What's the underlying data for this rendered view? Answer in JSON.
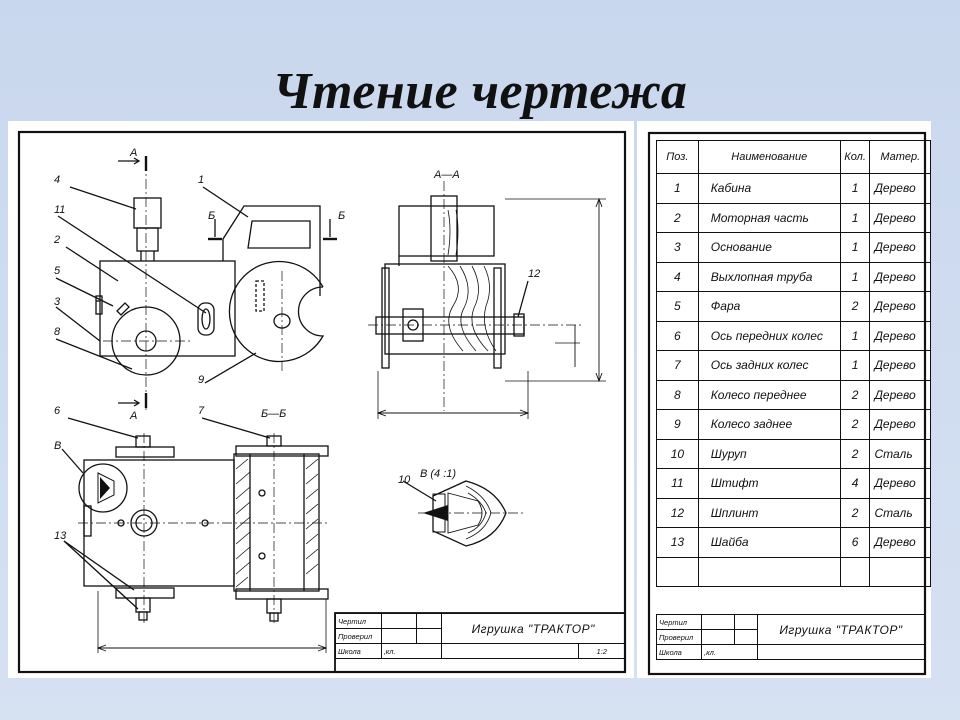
{
  "slide": {
    "title": "Чтение чертежа"
  },
  "drawing": {
    "section_aa": "А—А",
    "section_bb": "Б—Б",
    "detail_b": "В (4 :1)",
    "cut_a": "А",
    "cut_b": "Б",
    "view_b": "В",
    "callouts": [
      "1",
      "2",
      "3",
      "4",
      "5",
      "6",
      "7",
      "8",
      "9",
      "10",
      "11",
      "12",
      "13"
    ]
  },
  "spec": {
    "headers": {
      "pos": "Поз.",
      "name": "Наименование",
      "qty": "Кол.",
      "material": "Матер."
    },
    "rows": [
      {
        "pos": "1",
        "name": "Кабина",
        "qty": "1",
        "material": "Дерево"
      },
      {
        "pos": "2",
        "name": "Моторная часть",
        "qty": "1",
        "material": "Дерево"
      },
      {
        "pos": "3",
        "name": "Основание",
        "qty": "1",
        "material": "Дерево"
      },
      {
        "pos": "4",
        "name": "Выхлопная труба",
        "qty": "1",
        "material": "Дерево"
      },
      {
        "pos": "5",
        "name": "Фара",
        "qty": "2",
        "material": "Дерево"
      },
      {
        "pos": "6",
        "name": "Ось передних колес",
        "qty": "1",
        "material": "Дерево"
      },
      {
        "pos": "7",
        "name": "Ось задних колес",
        "qty": "1",
        "material": "Дерево"
      },
      {
        "pos": "8",
        "name": "Колесо переднее",
        "qty": "2",
        "material": "Дерево"
      },
      {
        "pos": "9",
        "name": "Колесо заднее",
        "qty": "2",
        "material": "Дерево"
      },
      {
        "pos": "10",
        "name": "Шуруп",
        "qty": "2",
        "material": "Сталь"
      },
      {
        "pos": "11",
        "name": "Штифт",
        "qty": "4",
        "material": "Дерево"
      },
      {
        "pos": "12",
        "name": "Шплинт",
        "qty": "2",
        "material": "Сталь"
      },
      {
        "pos": "13",
        "name": "Шайба",
        "qty": "6",
        "material": "Дерево"
      }
    ]
  },
  "title_block": {
    "drew": "Чертил",
    "checked": "Проверил",
    "school": "Школа",
    "class": ",кл.",
    "name": "Игрушка \"ТРАКТОР\"",
    "scale": "1:2"
  }
}
